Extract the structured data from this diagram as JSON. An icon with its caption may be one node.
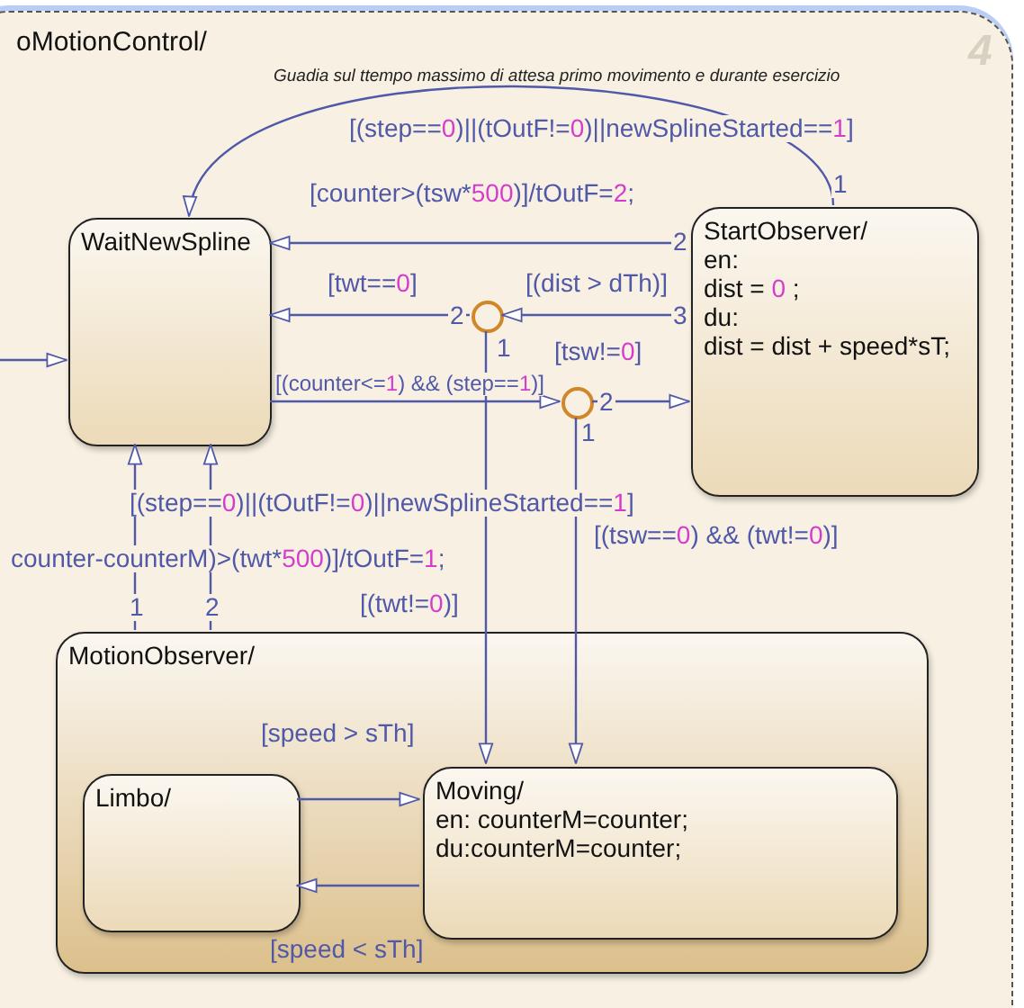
{
  "diagram": {
    "nodes": [
      {
        "text": [
          "oMotionControl/"
        ]
      },
      {
        "text": [
          "WaitNewSpline"
        ],
        "in": 0
      },
      {
        "text": [
          "StartObserver/",
          "en:",
          "dist = 0 ;",
          "du:",
          "dist = dist + speed*sT;"
        ],
        "in": 0
      },
      {
        "text": [],
        "shape": "circle",
        "in": 0
      },
      {
        "text": [],
        "shape": "circle",
        "in": 0
      },
      {
        "text": [
          "MotionObserver/"
        ],
        "in": 0
      },
      {
        "text": [
          "Limbo/"
        ],
        "in": 5
      },
      {
        "text": [
          "Moving/",
          "en: counterM=counter;",
          "du:counterM=counter;"
        ],
        "in": 5
      }
    ],
    "edges": [
      {
        "from": 2,
        "to": 1,
        "arrow": "to",
        "label": "[(step==0)||(tOutF!=0)||newSplineStarted==1]"
      },
      {
        "from": 2,
        "to": 1,
        "arrow": "to",
        "label": "[counter>(tsw*500)]/tOutF=2;"
      },
      {
        "from": 2,
        "to": 3,
        "arrow": "to",
        "label": "[(dist > dTh)]"
      },
      {
        "from": 3,
        "to": 1,
        "arrow": "to",
        "label": "[twt==0]"
      },
      {
        "from": 3,
        "to": 7,
        "arrow": "to",
        "label": "[(twt!=0)]"
      },
      {
        "from": 1,
        "to": 4,
        "arrow": "to",
        "label": "[(counter<=1) && (step==1)]"
      },
      {
        "from": 4,
        "to": 2,
        "arrow": "to",
        "label": "[tsw!=0]"
      },
      {
        "from": 4,
        "to": 7,
        "arrow": "to",
        "label": "[(tsw==0) && (twt!=0)]"
      },
      {
        "from": 5,
        "to": 1,
        "arrow": "to",
        "label": "counter-counterM)>(twt*500)]/tOutF=1;"
      },
      {
        "from": 5,
        "to": 1,
        "arrow": "to",
        "label": "[(step==0)||(tOutF!=0)||newSplineStarted==1]"
      },
      {
        "from": null,
        "to": 1,
        "arrow": "to"
      },
      {
        "from": 6,
        "to": 7,
        "arrow": "to",
        "label": "[speed > sTh]"
      },
      {
        "from": 7,
        "to": 6,
        "arrow": "to",
        "label": "[speed < sTh]"
      }
    ],
    "labels": [
      "Guadia sul ttempo massimo di attesa primo movimento e durante esercizio",
      "4",
      "1",
      "2",
      "3",
      "2",
      "1",
      "2",
      "1",
      "1",
      "2"
    ]
  }
}
